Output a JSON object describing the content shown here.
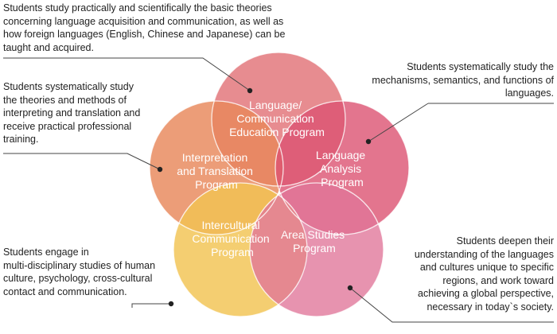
{
  "descriptions": {
    "top_left": [
      "Students study practically and scientifically the basic theories",
      "concerning language acquisition and communication, as well as",
      "how foreign languages (English, Chinese and Japanese) can be",
      "taught and acquired."
    ],
    "mid_left": [
      "Students systematically study",
      "the theories and methods of",
      "interpreting and translation and",
      "receive practical professional",
      "training."
    ],
    "bottom_left": [
      "Students engage in",
      "multi-disciplinary studies of human",
      "culture, psychology, cross-cultural",
      "contact and communication."
    ],
    "top_right": [
      "Students systematically study the",
      "mechanisms, semantics, and functions of",
      "languages."
    ],
    "bottom_right": [
      "Students deepen their",
      "understanding of the languages",
      "and cultures unique to specific",
      "regions, and work toward",
      "achieving a global perspective,",
      "necessary in today`s society."
    ]
  },
  "programs": {
    "language_communication": [
      "Language/",
      "Communication",
      "Education Program"
    ],
    "interpretation_translation": [
      "Interpretation",
      "and Translation",
      "Program"
    ],
    "language_analysis": [
      "Language",
      "Analysis",
      "Program"
    ],
    "intercultural_communication": [
      "Intercultural",
      "Communication",
      "Program"
    ],
    "area_studies": [
      "Area Studies",
      "Program"
    ]
  },
  "colors": {
    "language_communication": "#e27378",
    "interpretation_translation": "#e8875a",
    "language_analysis": "#dc5272",
    "intercultural_communication": "#f2c352",
    "area_studies": "#e07499",
    "leader_line": "#444444",
    "text": "#222222"
  }
}
